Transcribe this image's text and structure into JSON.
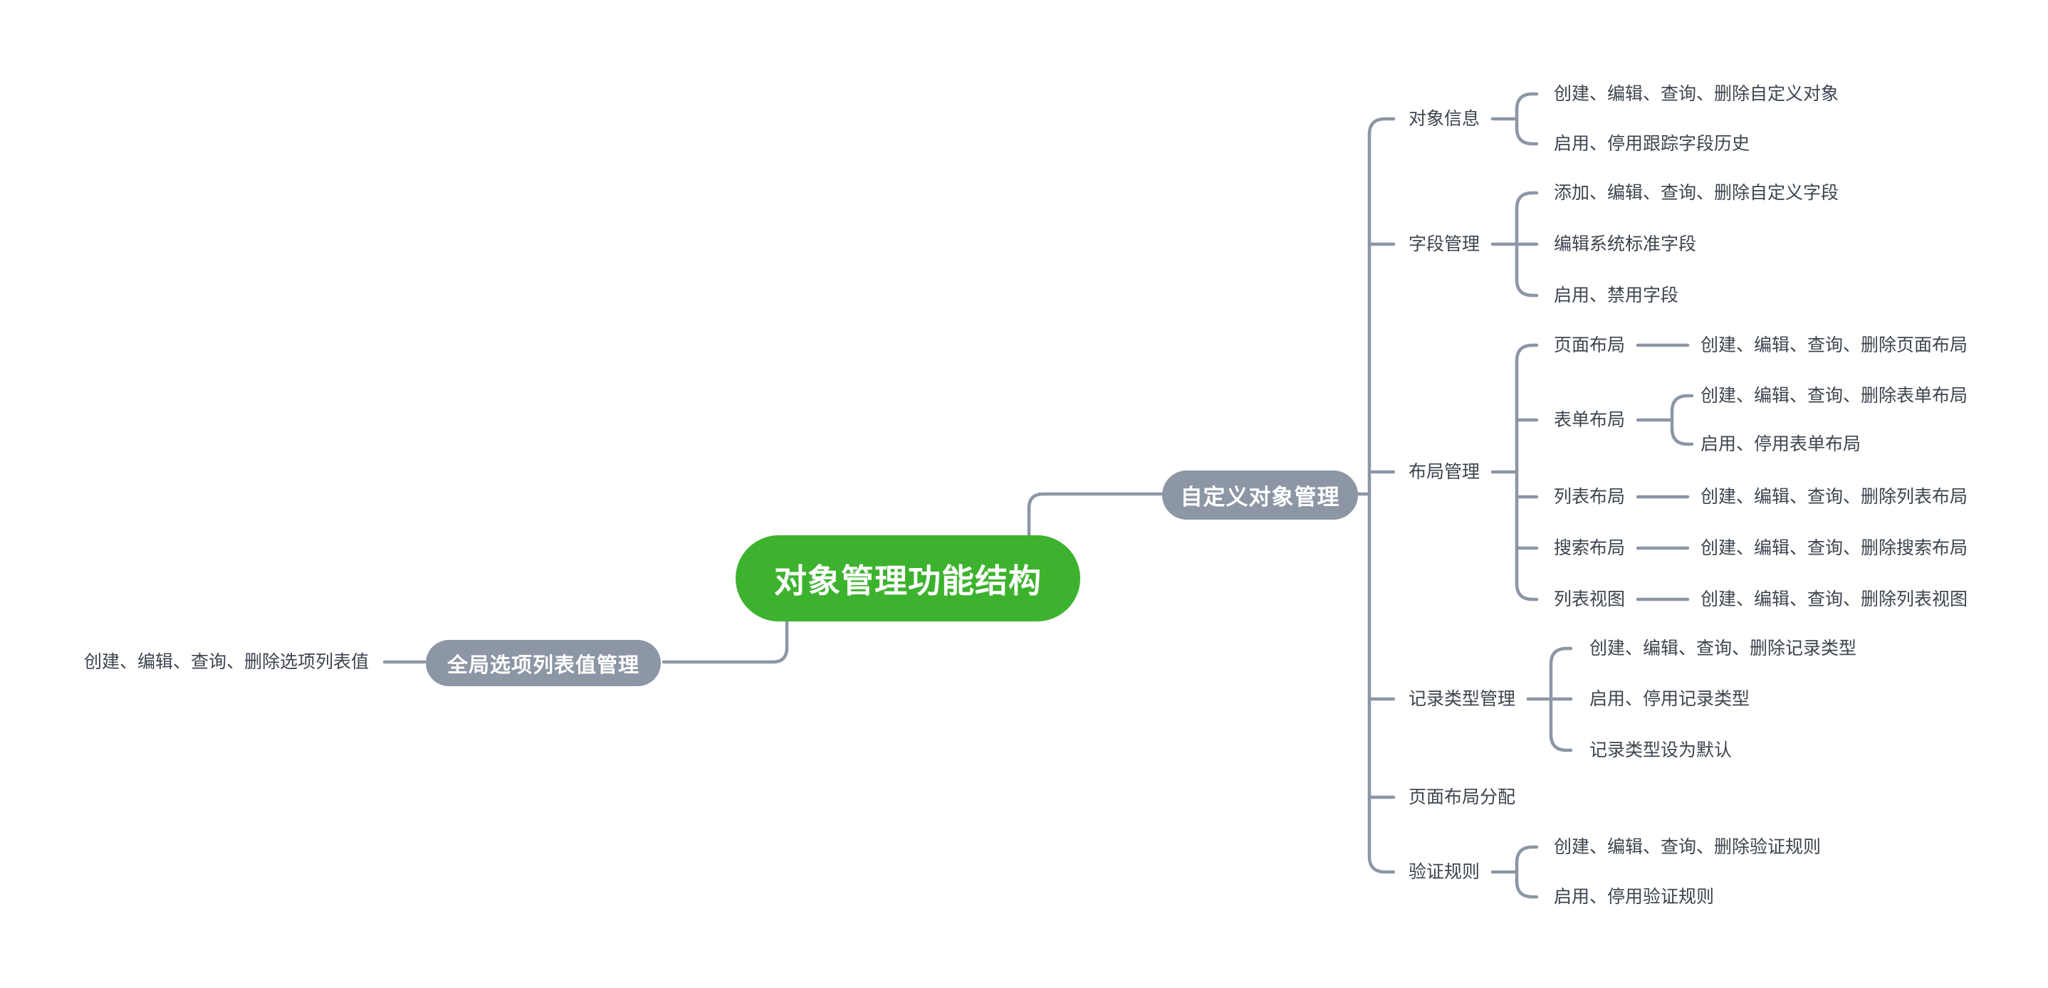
{
  "colors": {
    "root_fill": "#3db22e",
    "branch_fill": "#8c96a5",
    "line": "#8c96a5",
    "text": "#3d444e"
  },
  "root": {
    "label": "对象管理功能结构"
  },
  "left": {
    "node": "全局选项列表值管理",
    "leaf": "创建、编辑、查询、删除选项列表值"
  },
  "right": {
    "node": "自定义对象管理",
    "groups": [
      {
        "label": "对象信息",
        "children": [
          "创建、编辑、查询、删除自定义对象",
          "启用、停用跟踪字段历史"
        ]
      },
      {
        "label": "字段管理",
        "children": [
          "添加、编辑、查询、删除自定义字段",
          "编辑系统标准字段",
          "启用、禁用字段"
        ]
      },
      {
        "label": "布局管理",
        "children": [
          {
            "label": "页面布局",
            "children": [
              "创建、编辑、查询、删除页面布局"
            ]
          },
          {
            "label": "表单布局",
            "children": [
              "创建、编辑、查询、删除表单布局",
              "启用、停用表单布局"
            ]
          },
          {
            "label": "列表布局",
            "children": [
              "创建、编辑、查询、删除列表布局"
            ]
          },
          {
            "label": "搜索布局",
            "children": [
              "创建、编辑、查询、删除搜索布局"
            ]
          },
          {
            "label": "列表视图",
            "children": [
              "创建、编辑、查询、删除列表视图"
            ]
          }
        ]
      },
      {
        "label": "记录类型管理",
        "children": [
          "创建、编辑、查询、删除记录类型",
          "启用、停用记录类型",
          "记录类型设为默认"
        ]
      },
      {
        "label": "页面布局分配",
        "children": []
      },
      {
        "label": "验证规则",
        "children": [
          "创建、编辑、查询、删除验证规则",
          "启用、停用验证规则"
        ]
      }
    ]
  }
}
